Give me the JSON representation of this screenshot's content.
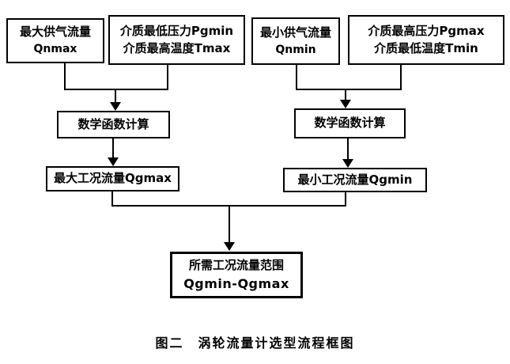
{
  "diagram": {
    "title_caption": "图二　涡轮流量计选型流程框图",
    "colors": {
      "ink": "#000000",
      "background": "#ffffff"
    },
    "nodes": {
      "qnmax": {
        "line1": "最大供气流量",
        "line2": "Qnmax"
      },
      "pgmin_tmax": {
        "line1": "介质最低压力Pgmin",
        "line2": "介质最高温度Tmax"
      },
      "qnmin": {
        "line1": "最小供气流量",
        "line2": "Qnmin"
      },
      "pgmax_tmin": {
        "line1": "介质最高压力Pgmax",
        "line2": "介质最低温度Tmin"
      },
      "calc_left": {
        "line1": "数学函数计算"
      },
      "calc_right": {
        "line1": "数学函数计算"
      },
      "qgmax": {
        "line1": "最大工况流量Qgmax"
      },
      "qgmin": {
        "line1": "最小工况流量Qgmin"
      },
      "result": {
        "line1": "所需工况流量范围",
        "line2": "Qgmin-Qgmax"
      }
    },
    "edges": [
      "qnmax+pgmin_tmax -> calc_left",
      "qnmin+pgmax_tmin -> calc_right",
      "calc_left -> qgmax",
      "calc_right -> qgmin",
      "qgmax+qgmin -> result"
    ]
  }
}
